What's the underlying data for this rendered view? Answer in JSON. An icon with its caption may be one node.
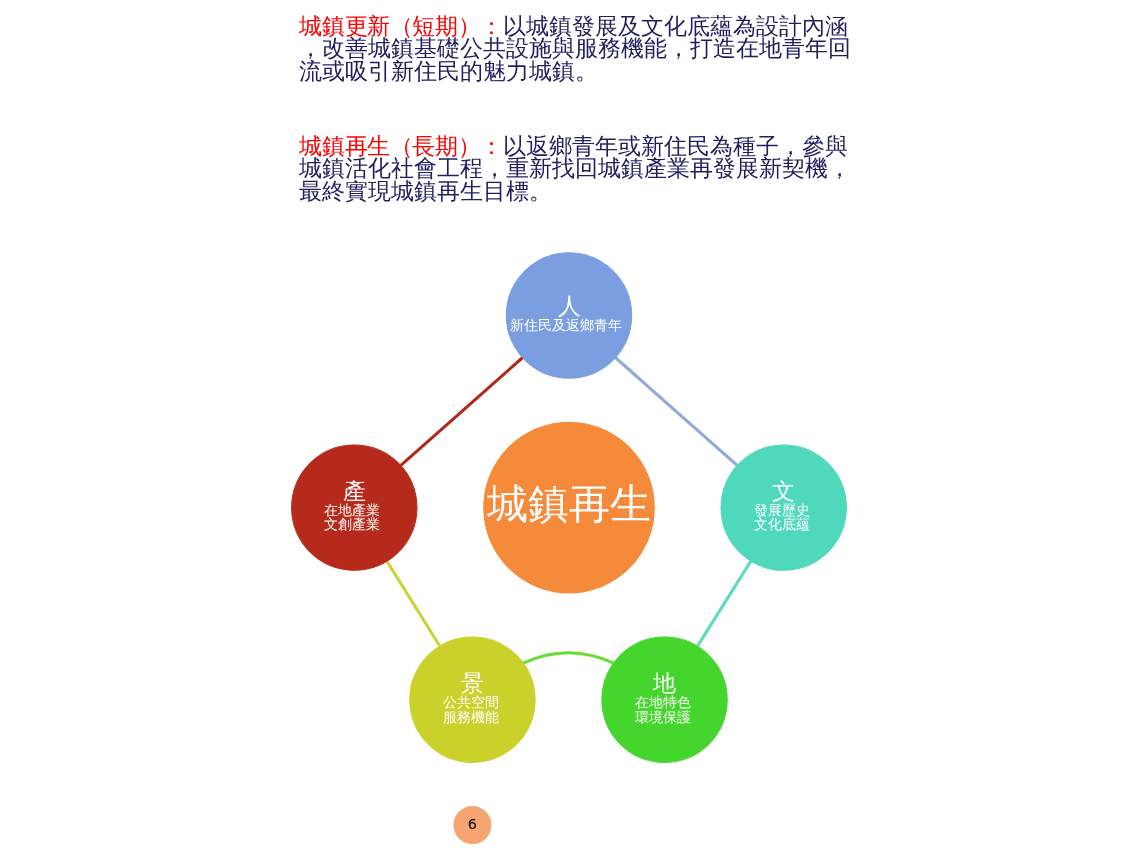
{
  "diagram": {
    "nodes": [
      {
        "text": [
          "城鎮再生"
        ]
      },
      {
        "text": [
          "人",
          "新住民及返鄉青年"
        ]
      },
      {
        "text": [
          "文",
          "發展歷史",
          "文化底蘊"
        ]
      },
      {
        "text": [
          "地",
          "在地特色",
          "環境保護"
        ]
      },
      {
        "text": [
          "景",
          "公共空間",
          "服務機能"
        ]
      },
      {
        "text": [
          "產",
          "在地產業",
          "文創產業"
        ]
      }
    ],
    "edges": [
      {
        "from": 1,
        "to": 2,
        "arrow": "none",
        "color": "#8eaadb"
      },
      {
        "from": 2,
        "to": 3,
        "arrow": "none",
        "color": "#5ddbc0"
      },
      {
        "from": 3,
        "to": 4,
        "arrow": "none",
        "color": "#66dd33"
      },
      {
        "from": 4,
        "to": 5,
        "arrow": "none",
        "color": "#c8d43a"
      },
      {
        "from": 5,
        "to": 1,
        "arrow": "none",
        "color": "#b02a1a"
      }
    ],
    "labels": [
      "城鎮更新（短期）：",
      "以城鎮發展及文化底蘊為設計內涵，改善城鎮基礎公共設施與服務機能，打造在地青年回流或吸引新住民的魅力城鎮。",
      "城鎮再生（長期）：",
      "以返鄉青年或新住民為種子，參與城鎮活化社會工程，重新找回城鎮產業再發展新契機，最終實現城鎮再生目標。",
      "6"
    ]
  }
}
